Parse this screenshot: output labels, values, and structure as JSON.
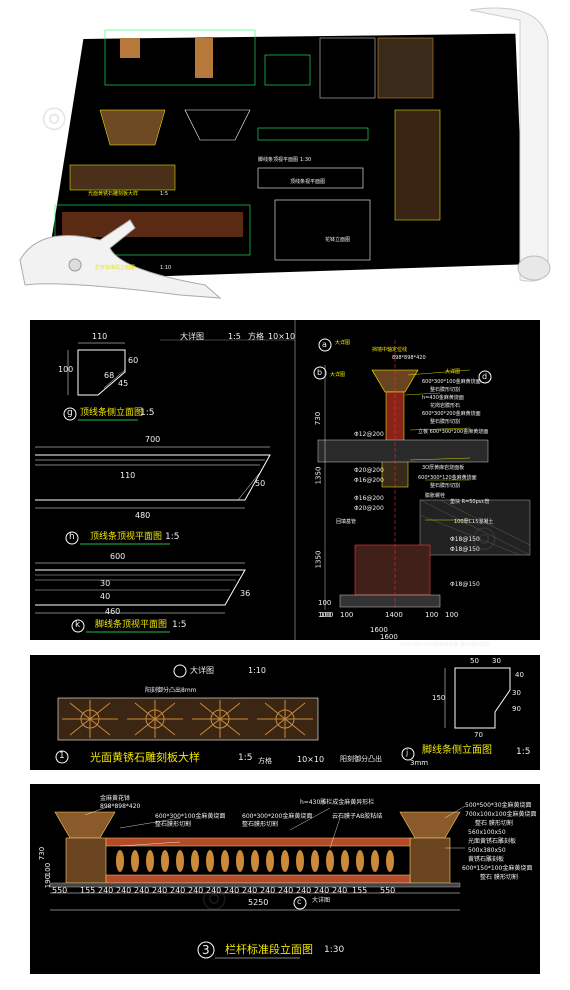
{
  "top_sheet": {
    "labels": [
      "光面黄锈石雕刻板大样",
      "顶线条视平面图",
      "脚线条顶视平面图",
      "栏杆标准段立面图",
      "花钵立面图",
      "1:10",
      "1:5",
      "1:30"
    ]
  },
  "panel_c": {
    "detail_c_title": "大详图",
    "detail_c_scale": "1:5",
    "detail_c_grid": "方格",
    "detail_c_grid_value": "10×10",
    "g_dims": [
      "110",
      "100",
      "60",
      "45",
      "68"
    ],
    "g_letter": "g",
    "g_title": "顶线条侧立面图",
    "g_scale": "1:5",
    "h_dims": [
      "700",
      "110",
      "480",
      "50"
    ],
    "h_letter": "h",
    "h_title": "顶线条顶视平面图",
    "h_scale": "1:5",
    "k_dims": [
      "600",
      "30",
      "40",
      "460",
      "36"
    ],
    "k_letter": "k",
    "k_title": "脚线条顶视平面图",
    "k_scale": "1:5",
    "right_letters": [
      "a",
      "b",
      "d"
    ],
    "right_notes": [
      "大详图",
      "挡墙中轴定位线",
      "898*898*420",
      "大详图",
      "大详图",
      "600*300*100金麻黄烧面",
      "整石膜形切割",
      "h=430金麻黄烧面",
      "花岗岩膜形石",
      "600*300*200金麻黄烧面",
      "整石膜形切割",
      "立板 600*300*200金麻黄烧面",
      "3O厚黄麻岩烧面板",
      "600*300*120金麻黄烧面",
      "整石膜形切割",
      "膨胀螺栓",
      "垫块 R=50pvc管",
      "100厚C15混凝土",
      "回填基管",
      "600*300*100金麻黄烧面",
      "整石膜形切割"
    ],
    "right_dims_left": [
      "730",
      "1350",
      "1350",
      "100",
      "100",
      "1600"
    ],
    "right_rebar": [
      "Φ12@200",
      "Φ20@200",
      "Φ16@200",
      "Φ16@200",
      "Φ20@200",
      "Φ18@150",
      "Φ18@150",
      "Φ18@150"
    ],
    "right_bottom": [
      "100",
      "100",
      "1400",
      "100",
      "100",
      "1600"
    ]
  },
  "panel_d": {
    "top_title": "大详图",
    "top_scale": "1:10",
    "carved_note": "阳刻御分凸出8mm",
    "panel_letter": "1",
    "panel_title": "光面黄锈石雕刻板大样",
    "panel_scale": "1:5",
    "grid_label": "方格",
    "grid_value": "10×10",
    "relief_note": "阳刻御分凸出",
    "relief_value": "3mm",
    "j_letter": "j",
    "j_title": "脚线条侧立面图",
    "j_scale": "1:5",
    "j_dims": [
      "50",
      "30",
      "40",
      "150",
      "30",
      "90",
      "70"
    ]
  },
  "panel_e": {
    "notes_left": [
      "金麻黄花钵",
      "898*898*420"
    ],
    "notes_mid": [
      "600*300*100金麻黄烧面",
      "整石膜形切割",
      "600*300*200金麻黄烧面",
      "整石膜形切割",
      "h=430雕栏成金麻黄异形栏",
      "云石膜子AB胶粘结"
    ],
    "notes_right": [
      "500*500*30金麻黄烧面",
      "700x100x100金麻黄烧面",
      "整石 膜形切割",
      "560x100x50",
      "光面黄锈石雕刻板",
      "500x380x50",
      "黄锈石雕刻板",
      "600*150*100金麻黄烧面",
      "整石 膜形切割"
    ],
    "dims_bottom": [
      "550",
      "155",
      "240",
      "240",
      "240",
      "240",
      "240",
      "240",
      "240",
      "240",
      "240",
      "240",
      "240",
      "240",
      "240",
      "240",
      "155",
      "550"
    ],
    "total": "5250",
    "detail_letter": "c",
    "detail_note": "大详图",
    "height_dims": [
      "730",
      "100",
      "190"
    ],
    "view_number": "3",
    "view_title": "栏杆标准段立面图",
    "view_scale": "1:30"
  }
}
